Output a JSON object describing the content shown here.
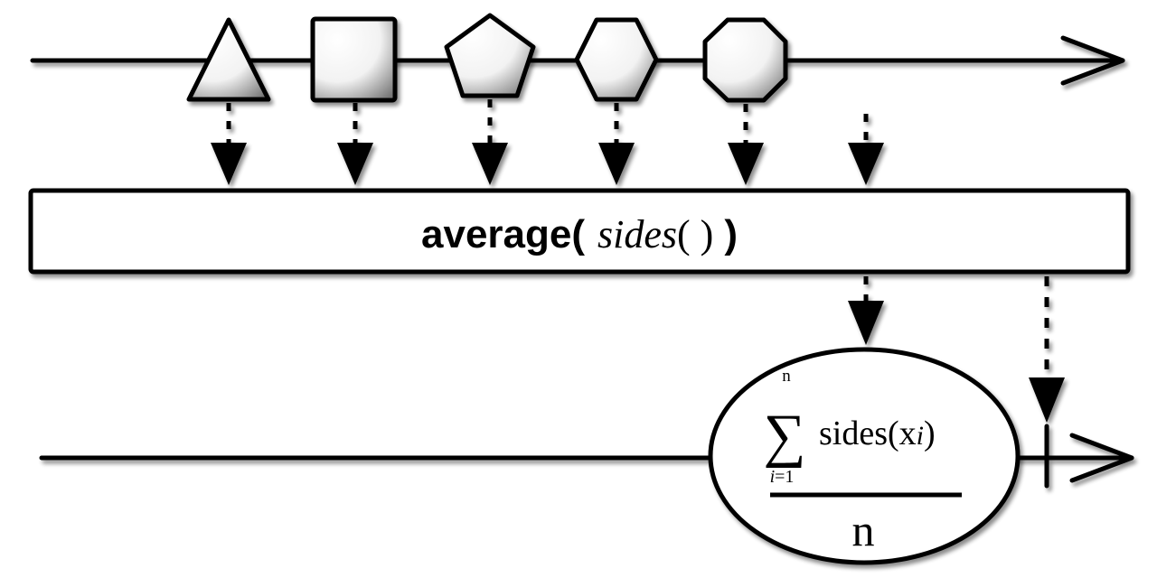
{
  "diagram": {
    "title": "",
    "input_stream": {
      "items": [
        {
          "shape": "triangle",
          "sides": 3
        },
        {
          "shape": "square",
          "sides": 4
        },
        {
          "shape": "pentagon",
          "sides": 5
        },
        {
          "shape": "hexagon",
          "sides": 6
        },
        {
          "shape": "octagon",
          "sides": 8
        }
      ],
      "completes": true
    },
    "operator": {
      "name": "average(",
      "argument": "sides",
      "argument_parens": "( )",
      "close": ")"
    },
    "output_stream": {
      "formula": {
        "sum_symbol": "∑",
        "upper_limit": "n",
        "lower_limit_var": "i",
        "lower_limit_rest": "=1",
        "term_func": "sides(",
        "term_var": "x",
        "term_sub": "i",
        "term_close": ")",
        "denominator": "n"
      },
      "completes": true
    },
    "colors": {
      "stroke": "#000000",
      "fill": "#ffffff",
      "shape_shade": "#777777"
    }
  }
}
